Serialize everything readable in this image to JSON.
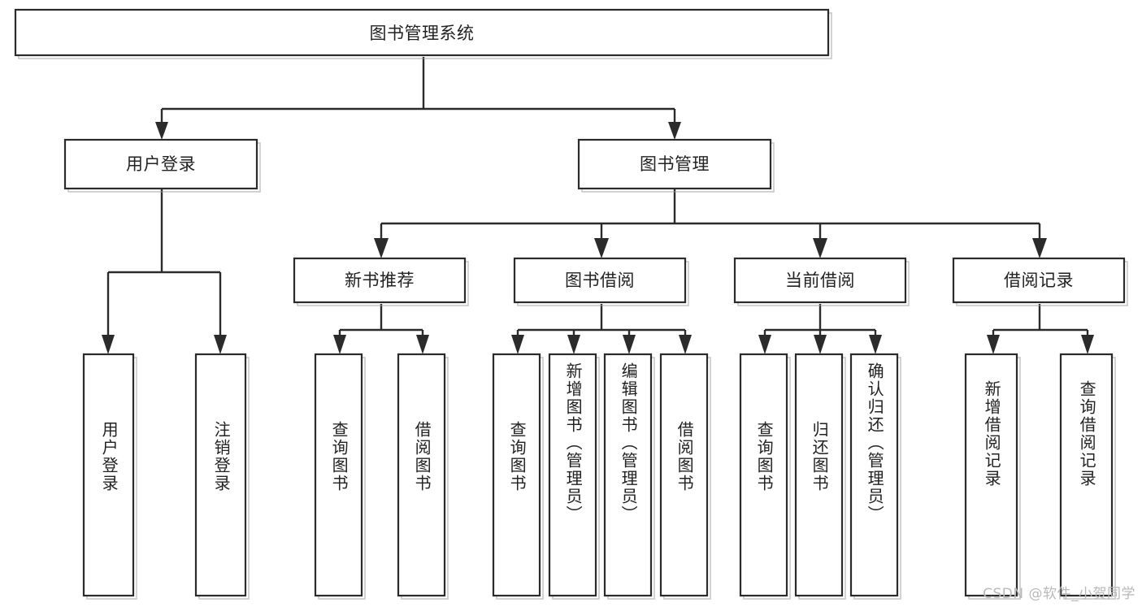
{
  "diagram": {
    "title": "图书管理系统",
    "type": "tree",
    "orientation": "top-down",
    "colors": {
      "box_border": "#2b2b2b",
      "box_fill": "#ffffff",
      "connector": "#2b2b2b",
      "text": "#222222",
      "watermark": "#b9b9b9",
      "background": "#ffffff"
    },
    "watermark": "CSDN @软件_小贺同学"
  },
  "nodes": {
    "root": {
      "label": "图书管理系统"
    },
    "level2": [
      {
        "id": "user-login",
        "label": "用户登录"
      },
      {
        "id": "book-manage",
        "label": "图书管理"
      }
    ],
    "level3": [
      {
        "id": "new-book-recommend",
        "label": "新书推荐"
      },
      {
        "id": "book-borrow",
        "label": "图书借阅"
      },
      {
        "id": "current-borrow",
        "label": "当前借阅"
      },
      {
        "id": "borrow-record",
        "label": "借阅记录"
      }
    ],
    "leaves": {
      "user-login": [
        {
          "id": "leaf-user-login",
          "label": "用户登录"
        },
        {
          "id": "leaf-user-logout",
          "label": "注销登录"
        }
      ],
      "new-book-recommend": [
        {
          "id": "leaf-query-book-1",
          "label": "查询图书"
        },
        {
          "id": "leaf-borrow-book-1",
          "label": "借阅图书"
        }
      ],
      "book-borrow": [
        {
          "id": "leaf-query-book-2",
          "label": "查询图书"
        },
        {
          "id": "leaf-add-book",
          "label": "新增图书（管理员）"
        },
        {
          "id": "leaf-edit-book",
          "label": "编辑图书（管理员）"
        },
        {
          "id": "leaf-borrow-book-2",
          "label": "借阅图书"
        }
      ],
      "current-borrow": [
        {
          "id": "leaf-query-book-3",
          "label": "查询图书"
        },
        {
          "id": "leaf-return-book",
          "label": "归还图书"
        },
        {
          "id": "leaf-confirm-return",
          "label": "确认归还（管理员）"
        }
      ],
      "borrow-record": [
        {
          "id": "leaf-add-record",
          "label": "新增借阅记录"
        },
        {
          "id": "leaf-query-record",
          "label": "查询借阅记录"
        }
      ]
    }
  }
}
